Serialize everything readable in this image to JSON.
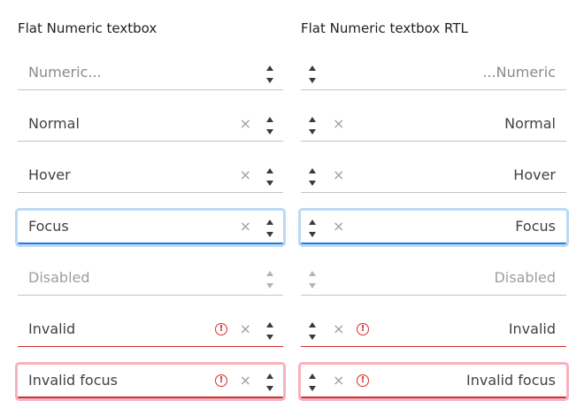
{
  "ltr": {
    "title": "Flat Numeric textbox",
    "fields": {
      "placeholder": "Numeric...",
      "normal": "Normal",
      "hover": "Hover",
      "focus": "Focus",
      "disabled": "Disabled",
      "invalid": "Invalid",
      "invalid_focus": "Invalid focus"
    }
  },
  "rtl": {
    "title": "Flat Numeric textbox RTL",
    "fields": {
      "placeholder": "...Numeric",
      "normal": "Normal",
      "hover": "Hover",
      "focus": "Focus",
      "disabled": "Disabled",
      "invalid": "Invalid",
      "invalid_focus": "Invalid focus"
    }
  },
  "icons": {
    "clear": "×",
    "clear_name": "close-icon",
    "invalid": "!",
    "invalid_name": "exclamation-circle-icon",
    "spin_up_name": "triangle-up-icon",
    "spin_down_name": "triangle-down-icon"
  },
  "colors": {
    "focus_ring": "#bcd9f6",
    "focus_border": "#1e7dd7",
    "invalid": "#d32f2f",
    "invalid_ring": "#f5b3bf"
  }
}
